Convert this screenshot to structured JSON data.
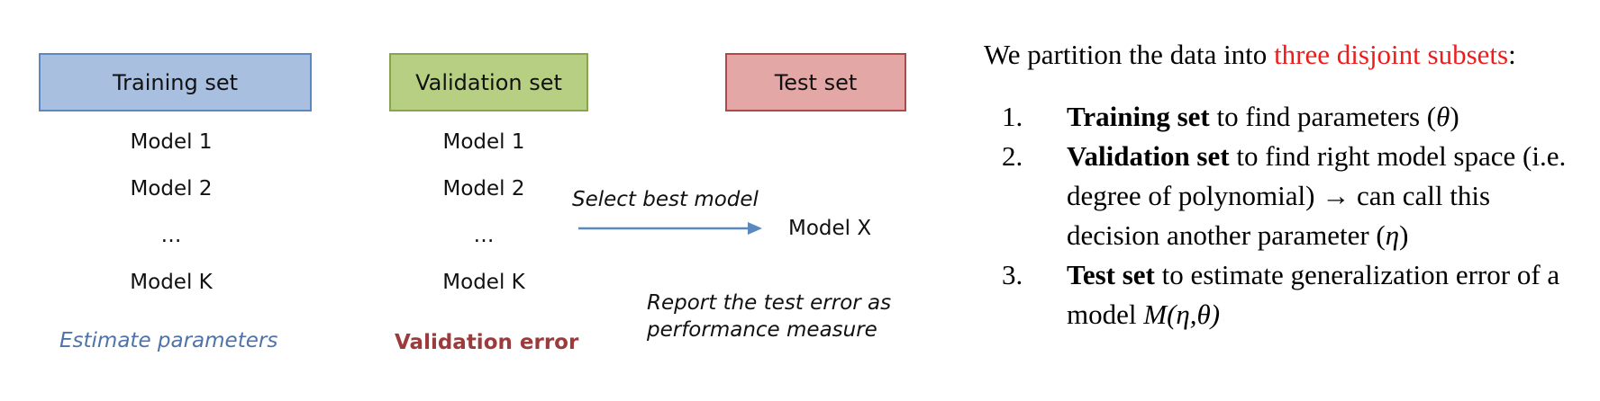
{
  "diagram": {
    "columns": [
      {
        "header": "Training set",
        "models": [
          "Model 1",
          "Model 2",
          "…",
          "Model K"
        ],
        "footer": "Estimate parameters"
      },
      {
        "header": "Validation set",
        "models": [
          "Model 1",
          "Model 2",
          "…",
          "Model K"
        ],
        "footer": "Validation error"
      },
      {
        "header": "Test set"
      }
    ],
    "select_label": "Select best model",
    "selected_model": "Model X",
    "report_text": "Report the test error as performance measure"
  },
  "explanation": {
    "intro_prefix": "We partition the data into ",
    "intro_highlight": "three disjoint subsets",
    "intro_suffix": ":",
    "items": [
      {
        "number": "1.",
        "bold": "Training set",
        "text": " to find parameters (",
        "symbol": "θ",
        "text_end": ")"
      },
      {
        "number": "2.",
        "bold": "Validation set",
        "text": " to find right model space (i.e. degree of polynomial) → can call this decision another parameter (",
        "symbol": "η",
        "text_end": ")"
      },
      {
        "number": "3.",
        "bold": "Test set",
        "text": " to estimate generalization error of a model ",
        "symbol": "M(η,θ)",
        "text_end": ""
      }
    ]
  },
  "colors": {
    "training_fill": "#a8bfdf",
    "validation_fill": "#b6cf83",
    "test_fill": "#e3a7a6",
    "highlight_red": "#ee1c1c",
    "arrow": "#5c88c0"
  }
}
